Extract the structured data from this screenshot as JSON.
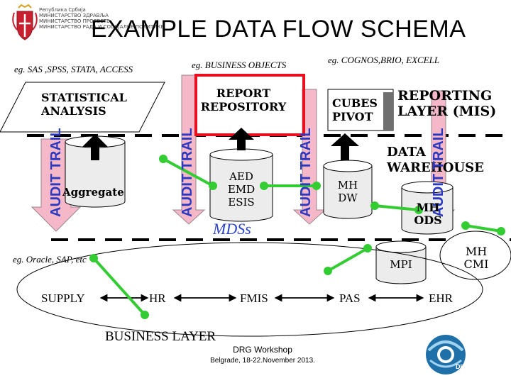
{
  "header": {
    "ministry_lines": [
      "Република Србија",
      "МИНИСТАРСТВО ЗДРАВЉА",
      "МИНИСТАРСТВО ПРОСВЕТЕ",
      "МИНИСТАРСТВО РАДА И СОЦИЈАЛНЕ ПОЛИТИКЕ"
    ],
    "title": "EXAMPLE DATA FLOW SCHEMA"
  },
  "notes": {
    "analysis_tools": "eg. SAS ,SPSS, STATA, ACCESS",
    "report_tools": "eg. BUSINESS OBJECTS",
    "reporting_tools": "eg. COGNOS,BRIO, EXCELL",
    "business_systems": "eg. Oracle, SAP, etc"
  },
  "layers": {
    "statistical_analysis": "STATISTICAL\nANALYSIS",
    "report_repository": "REPORT\nREPOSITORY",
    "cubes_pivot": "CUBES\nPIVOT",
    "reporting_layer": "REPORTING\nLAYER (MIS)",
    "data_warehouse": "DATA\nWAREHOUSE",
    "business_layer": "BUSINESS LAYER"
  },
  "audit_trail_label": "AUDIT TRAIL",
  "nodes": {
    "aggregate": "Aggregate",
    "aed_emd_esis": "AED\nEMD\nESIS",
    "mdss": "MDSs",
    "mh_dw": "MH\nDW",
    "mh_ods": "MH\nODS",
    "mpi": "MPI",
    "mh_cmi": "MH\nCMI",
    "supply": "SUPPLY",
    "hr": "HR",
    "fmis": "FMIS",
    "pas": "PAS",
    "ehr": "EHR"
  },
  "footer": {
    "line1": "DRG Workshop",
    "line2": "Belgrade, 18-22.November 2013."
  },
  "logo": {
    "text": "DILS"
  },
  "colors": {
    "audit_arrow_fill": "#f4b8c9",
    "audit_text": "#2a39c0",
    "green_connector": "#33cc33",
    "highlight_box": "#e8101f",
    "mdss_text": "#2a43c8",
    "logo_blue": "#1f6fa8"
  }
}
